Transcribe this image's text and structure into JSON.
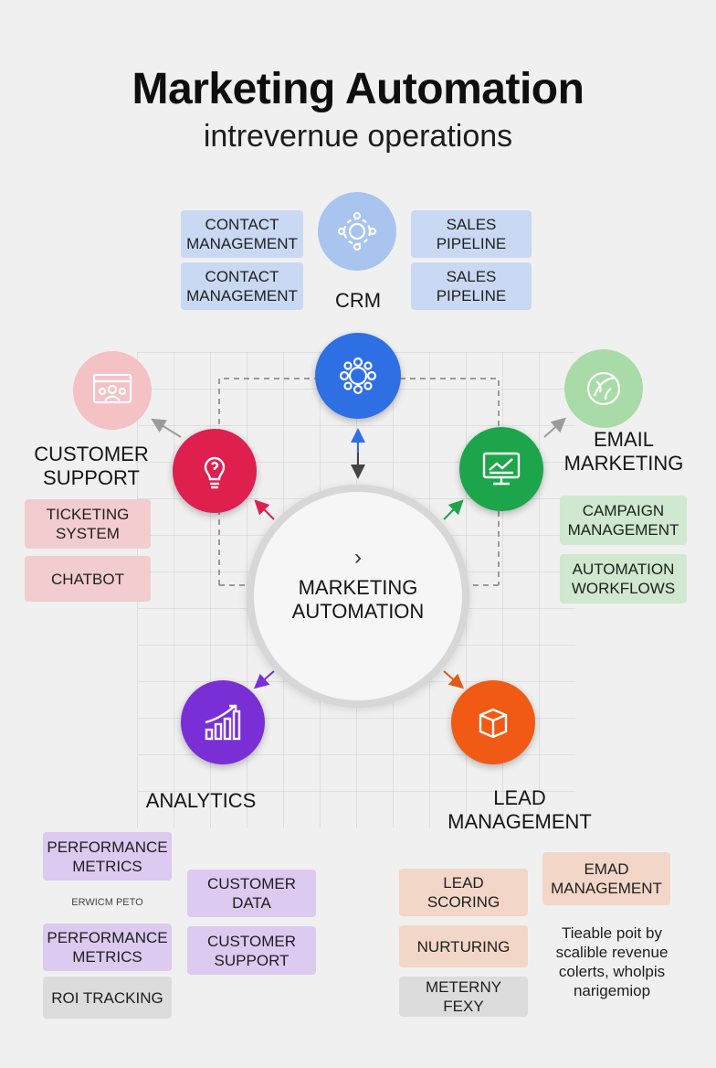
{
  "header": {
    "title": "Marketing Automation",
    "subtitle": "intrevernue operations"
  },
  "crm": {
    "label": "CRM",
    "left_boxes": [
      "CONTACT\nMANAGEMENT",
      "CONTACT\nMANAGEMENT"
    ],
    "right_boxes": [
      "SALES\nPIPELINE",
      "SALES\nPIPELINE"
    ]
  },
  "center": {
    "label": "MARKETING\nAUTOMATION",
    "glyph": "›"
  },
  "customer_support": {
    "label": "CUSTOMER\nSUPPORT",
    "boxes": [
      "TICKETING\nSYSTEM",
      "CHATBOT"
    ]
  },
  "email_marketing": {
    "label": "EMAIL\nMARKETING",
    "boxes": [
      "CAMPAIGN\nMANAGEMENT",
      "AUTOMATION\nWORKFLOWS"
    ]
  },
  "analytics": {
    "label": "ANALYTICS",
    "left_boxes": [
      "PERFORMANCE\nMETRICS",
      "PERFORMANCE\nMETRICS",
      "ROI TRACKING"
    ],
    "small_text": "ERWICM PETO",
    "right_boxes": [
      "CUSTOMER\nDATA",
      "CUSTOMER\nSUPPORT"
    ]
  },
  "lead_management": {
    "label": "LEAD\nMANAGEMENT",
    "boxes": [
      "LEAD\nSCORING",
      "NURTURING",
      "METERNY\nFEXY"
    ],
    "right_box": "EMAD\nMANAGEMENT",
    "note": "Tieable poit by\nscalible revenue\ncolerts, wholpis\nnarigemiop"
  },
  "colors": {
    "crm_top": "#a8c4ef",
    "crm": "#2f6fe4",
    "support_light": "#f4c1c4",
    "support": "#df1f4e",
    "email_light": "#a9dba8",
    "email": "#1ca54a",
    "analytics": "#7a2fd6",
    "lead": "#f05a14"
  },
  "icons": {
    "crm_top": "gear-network-icon",
    "crm": "gear-network-icon",
    "support_light": "team-screen-icon",
    "support": "help-bulb-icon",
    "email_light": "leaf-globe-icon",
    "email": "monitor-chart-icon",
    "analytics": "growth-chart-icon",
    "lead": "box-icon"
  }
}
